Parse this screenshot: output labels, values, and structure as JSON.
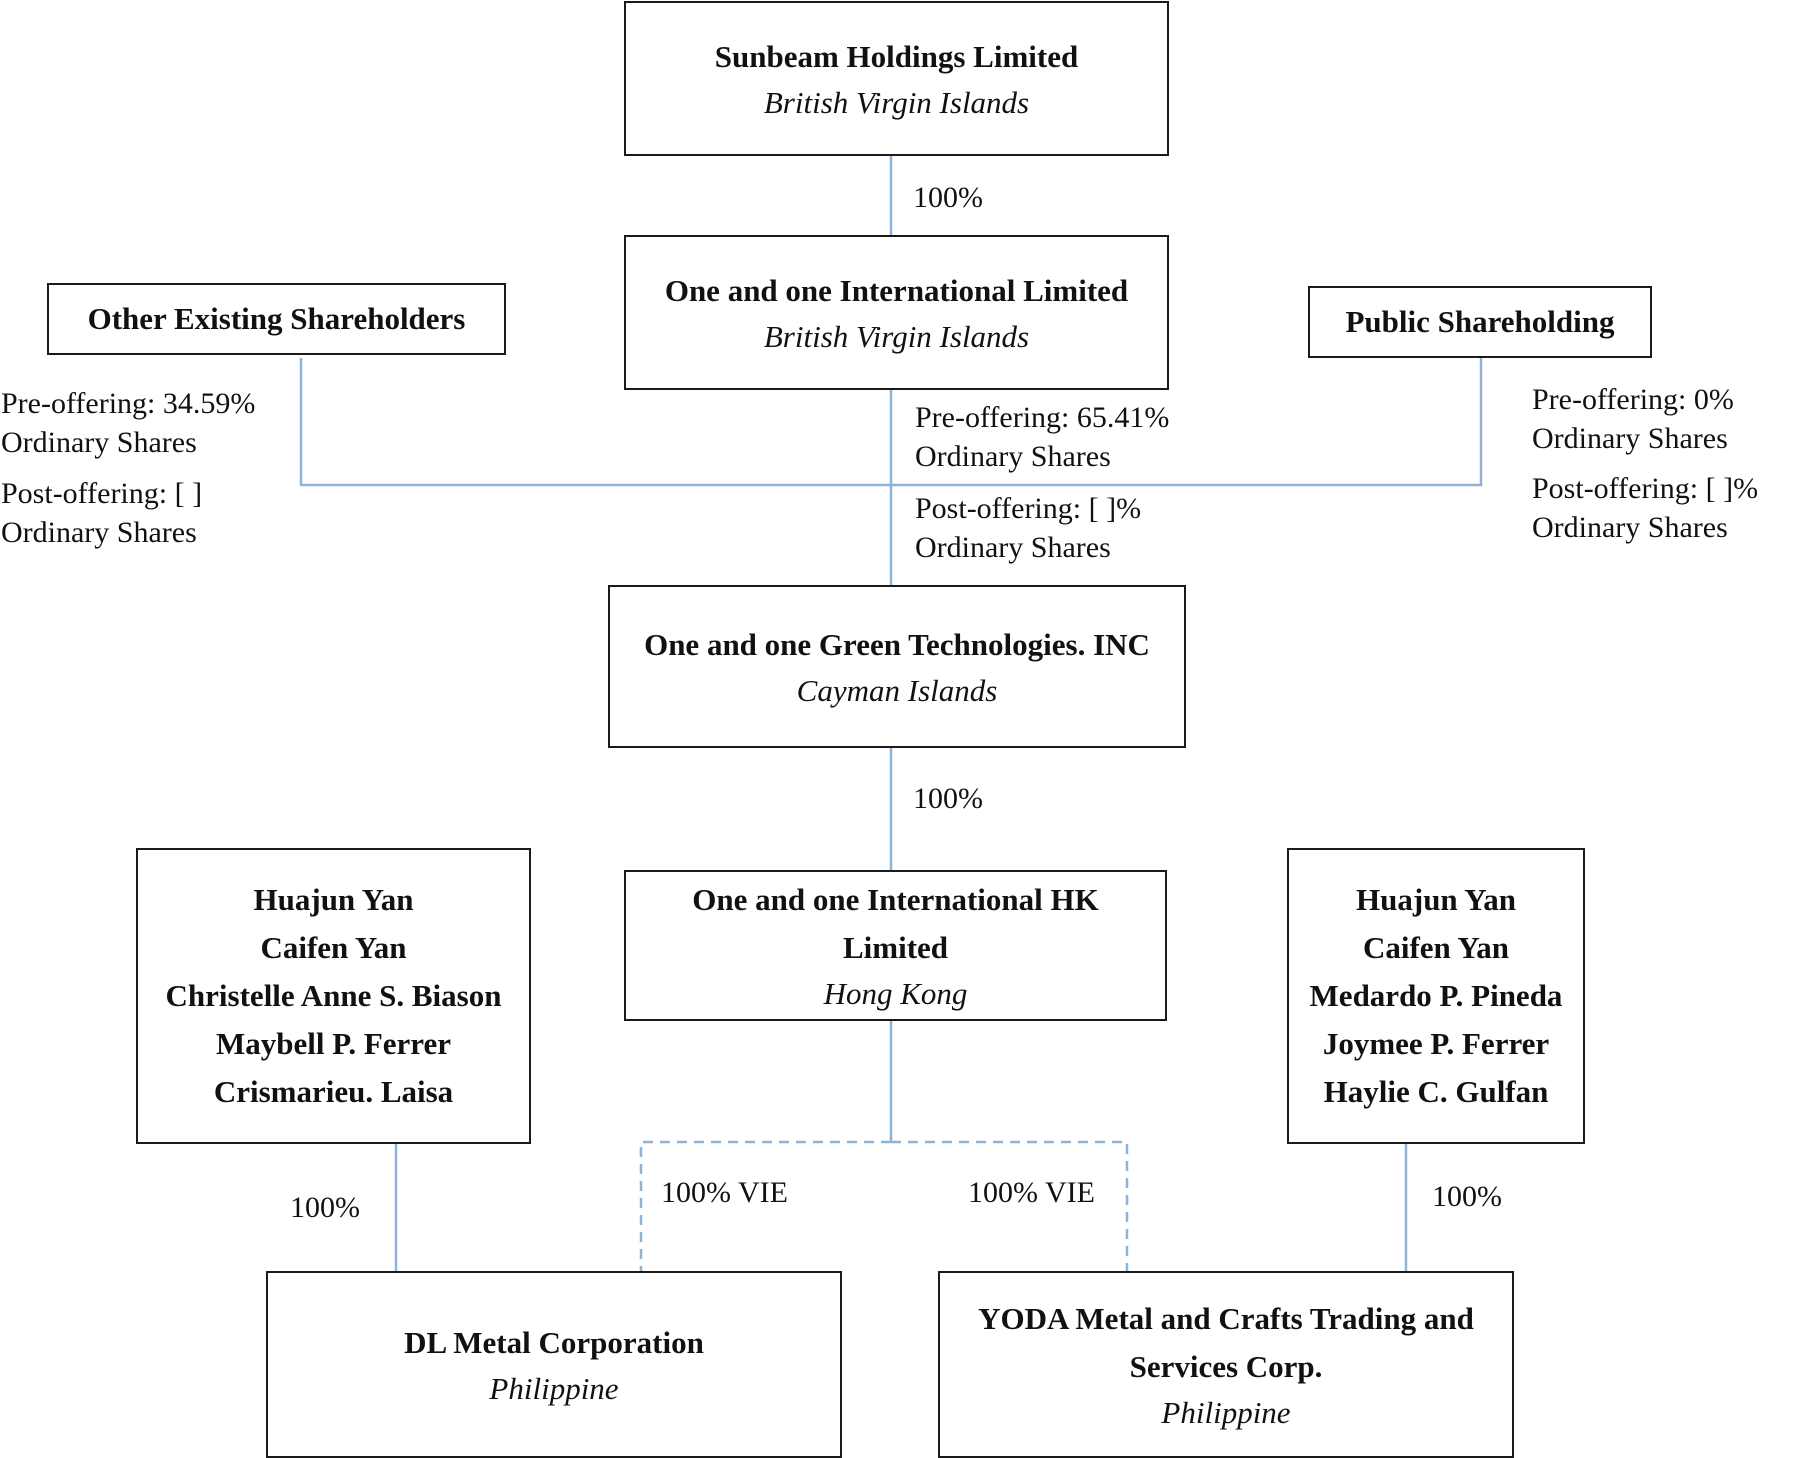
{
  "entities": {
    "sunbeam": {
      "name": "Sunbeam Holdings Limited",
      "jurisdiction": "British Virgin Islands"
    },
    "one_intl": {
      "name": "One and one International Limited",
      "jurisdiction": "British Virgin Islands"
    },
    "other_shareholders": {
      "name": "Other Existing Shareholders"
    },
    "public_shareholding": {
      "name": "Public Shareholding"
    },
    "green_tech": {
      "name": "One and one Green Technologies. INC",
      "jurisdiction": "Cayman Islands"
    },
    "hk": {
      "name_line1": "One and one International HK",
      "name_line2": "Limited",
      "jurisdiction": "Hong Kong"
    },
    "dl_owners": {
      "names": [
        "Huajun Yan",
        "Caifen Yan",
        "Christelle Anne S. Biason",
        "Maybell P. Ferrer",
        "Crismarieu. Laisa"
      ]
    },
    "yoda_owners": {
      "names": [
        "Huajun Yan",
        "Caifen Yan",
        "Medardo P. Pineda",
        "Joymee P. Ferrer",
        "Haylie C. Gulfan"
      ]
    },
    "dl_metal": {
      "name": "DL Metal Corporation",
      "jurisdiction": "Philippine"
    },
    "yoda": {
      "name_line1": "YODA Metal and Crafts Trading and",
      "name_line2": "Services Corp.",
      "jurisdiction": "Philippine"
    }
  },
  "labels": {
    "sunbeam_to_intl": "100%",
    "other": {
      "pre": "Pre-offering: 34.59%",
      "pre_shares": "Ordinary Shares",
      "post": "Post-offering: [    ]",
      "post_shares": "Ordinary Shares"
    },
    "intl": {
      "pre": "Pre-offering: 65.41%",
      "pre_shares": "Ordinary Shares",
      "post": "Post-offering: [    ]%",
      "post_shares": "Ordinary Shares"
    },
    "public": {
      "pre": "Pre-offering: 0%",
      "pre_shares": "Ordinary Shares",
      "post": "Post-offering: [    ]%",
      "post_shares": "Ordinary Shares"
    },
    "green_to_hk": "100%",
    "dl_owners_to_dl": "100%",
    "hk_to_dl": "100% VIE",
    "hk_to_yoda": "100% VIE",
    "yoda_owners_to_yoda": "100%"
  },
  "colors": {
    "connector": "#8fb3d6",
    "border": "#1a1a1a"
  }
}
